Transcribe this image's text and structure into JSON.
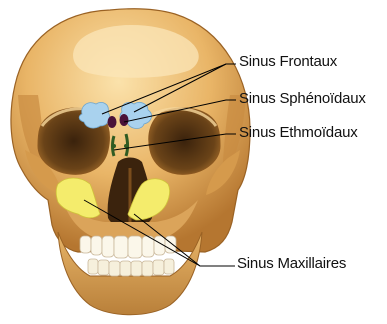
{
  "labels": {
    "frontal": "Sinus Frontaux",
    "sphenoid": "Sinus Sphénoïdaux",
    "ethmoid": "Sinus Ethmoïdaux",
    "maxillary": "Sinus Maxillaires"
  },
  "colors": {
    "bone": "#e9b567",
    "bone_shadow": "#b87a32",
    "bone_light": "#f8dca2",
    "frontal_sinus": "#a9d2ee",
    "sphenoid_sinus": "#4a1238",
    "ethmoid_sinus": "#2f5b22",
    "maxillary_sinus": "#f4ec6c",
    "teeth": "#fbf7ea",
    "leader_line": "#000000"
  }
}
